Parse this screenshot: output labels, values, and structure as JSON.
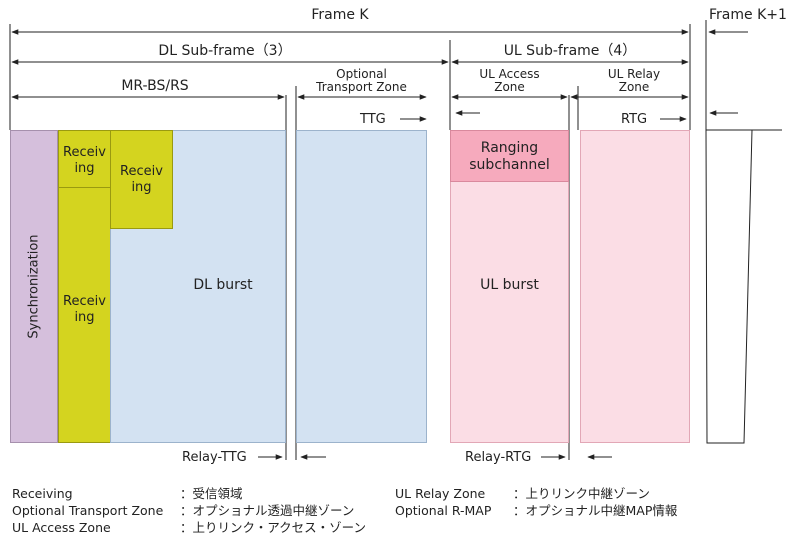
{
  "labels": {
    "frame_k": "Frame K",
    "frame_k1": "Frame K+1",
    "dl_subframe": "DL Sub-frame（3）",
    "ul_subframe": "UL Sub-frame（4）",
    "mr_bs_rs": "MR-BS/RS",
    "optional_transport_zone": "Optional\nTransport Zone",
    "ul_access_zone": "UL Access\nZone",
    "ul_relay_zone": "UL Relay\nZone",
    "ttg": "TTG",
    "rtg": "RTG",
    "relay_ttg": "Relay-TTG",
    "relay_rtg": "Relay-RTG"
  },
  "blocks": {
    "synchronization": "Synchronization",
    "receiving_1": "Receiv\ning",
    "receiving_2": "Receiv\ning",
    "receiving_3": "Receiv\ning",
    "dl_burst": "DL burst",
    "ranging_subchannel": "Ranging\nsubchannel",
    "ul_burst": "UL burst"
  },
  "legend": [
    {
      "term": "Receiving",
      "desc": "：受信領域"
    },
    {
      "term": "Optional Transport Zone",
      "desc": "：オプショナル透過中継ゾーン"
    },
    {
      "term": "UL Access Zone",
      "desc": "：上りリンク・アクセス・ゾーン"
    },
    {
      "term": "UL Relay Zone",
      "desc": "：上りリンク中継ゾーン"
    },
    {
      "term": "Optional R-MAP",
      "desc": "：オプショナル中継MAP情報"
    }
  ],
  "colors": {
    "synchronization": "#d5bfdc",
    "receiving": "#d4d41f",
    "dl_zone": "#d3e2f2",
    "ranging": "#f6aabd",
    "ul_zone": "#fbdde5"
  }
}
